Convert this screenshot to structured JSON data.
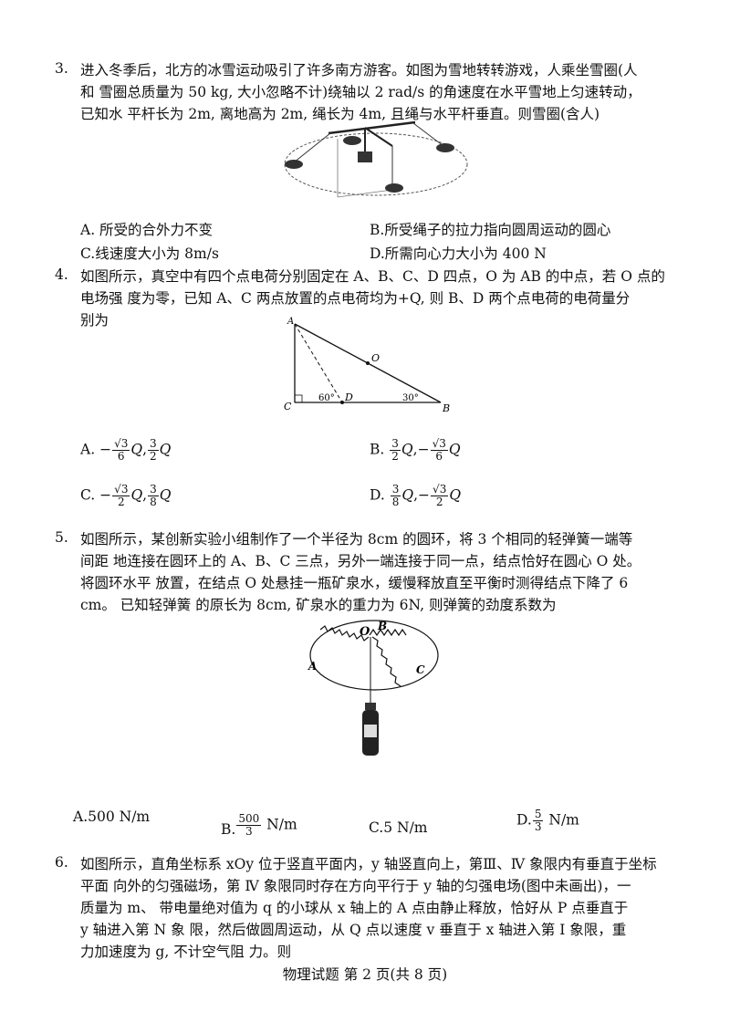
{
  "q3": {
    "num": "3.",
    "lines": [
      "进入冬季后，北方的冰雪运动吸引了许多南方游客。如图为雪地转转游戏，人乘坐雪圈(人",
      "和  雪圈总质量为 50 kg, 大小忽略不计)绕轴以 2 rad/s  的角速度在水平雪地上匀速转动，",
      "已知水  平杆长为 2m, 离地高为 2m, 绳长为 4m, 且绳与水平杆垂直。则雪圈(含人)"
    ],
    "options": {
      "A": "A. 所受的合外力不变",
      "B": "B.所受绳子的拉力指向圆周运动的圆心",
      "C": "C.线速度大小为 8m/s",
      "D": "D.所需向心力大小为 400  N"
    }
  },
  "q4": {
    "num": "4.",
    "lines": [
      "如图所示，真空中有四个点电荷分别固定在 A、B、C、D 四点，O 为 AB  的中点，若 O  点的",
      "电场强  度为零，已知 A、C 两点放置的点电荷均为+Q, 则  B、D 两个点电荷的电荷量分",
      "别为"
    ],
    "figure": {
      "label_a": "A",
      "label_o": "O",
      "label_c": "C",
      "label_d": "D",
      "label_b": "B",
      "angle_60": "60°",
      "angle_30": "30°"
    },
    "options": {
      "A": {
        "letter": "A.",
        "first_sign": "−",
        "first_num": "√3",
        "first_den": "6",
        "first_var": "Q",
        "sep": ",",
        "second_sign": "",
        "second_num": "3",
        "second_den": "2",
        "second_var": "Q"
      },
      "B": {
        "letter": "B.",
        "first_sign": "",
        "first_num": "3",
        "first_den": "2",
        "first_var": "Q",
        "sep": ",",
        "second_sign": "−",
        "second_num": "√3",
        "second_den": "6",
        "second_var": "Q"
      },
      "C": {
        "letter": "C.",
        "first_sign": "−",
        "first_num": "√3",
        "first_den": "2",
        "first_var": "Q",
        "sep": ",",
        "second_sign": "",
        "second_num": "3",
        "second_den": "8",
        "second_var": "Q"
      },
      "D": {
        "letter": "D.",
        "first_sign": "",
        "first_num": "3",
        "first_den": "8",
        "first_var": "Q",
        "sep": ",",
        "second_sign": "−",
        "second_num": "√3",
        "second_den": "2",
        "second_var": "Q"
      }
    }
  },
  "q5": {
    "num": "5.",
    "lines": [
      "如图所示，某创新实验小组制作了一个半径为 8cm  的圆环，将 3 个相同的轻弹簧一端等",
      "间距  地连接在圆环上的 A、B、C 三点，另外一端连接于同一点，结点恰好在圆心 O 处。",
      "将圆环水平  放置，在结点 O  处悬挂一瓶矿泉水，缓慢释放直至平衡时测得结点下降了 6",
      "cm。  已知轻弹簧  的原长为 8cm, 矿泉水的重力为 6N, 则弹簧的劲度系数为"
    ],
    "figure": {
      "label_o": "O",
      "label_b": "B",
      "label_a": "A",
      "label_c": "C"
    },
    "options": {
      "A": "A.500  N/m",
      "B_letter": "B.",
      "B_num": "500",
      "B_den": "3",
      "B_unit": "N/m",
      "C": "C.5  N/m",
      "D_letter": "D.",
      "D_num": "5",
      "D_den": "3",
      "D_unit": "N/m"
    }
  },
  "q6": {
    "num": "6.",
    "lines": [
      "如图所示，直角坐标系 xOy  位于竖直平面内，y  轴竖直向上，第Ⅲ、Ⅳ 象限内有垂直于坐标",
      "平面  向外的匀强磁场，第 Ⅳ 象限同时存在方向平行于 y  轴的匀强电场(图中未画出)，一",
      "质量为 m、  带电量绝对值为 q  的小球从 x  轴上的 A  点由静止释放，恰好从 P  点垂直于",
      "y  轴进入第 N  象  限，然后做圆周运动，从 Q 点以速度 v  垂直于 x  轴进入第 I  象限，重",
      "力加速度为 g, 不计空气阻  力。则"
    ]
  },
  "footer": "物理试题  第 2 页(共 8 页)"
}
